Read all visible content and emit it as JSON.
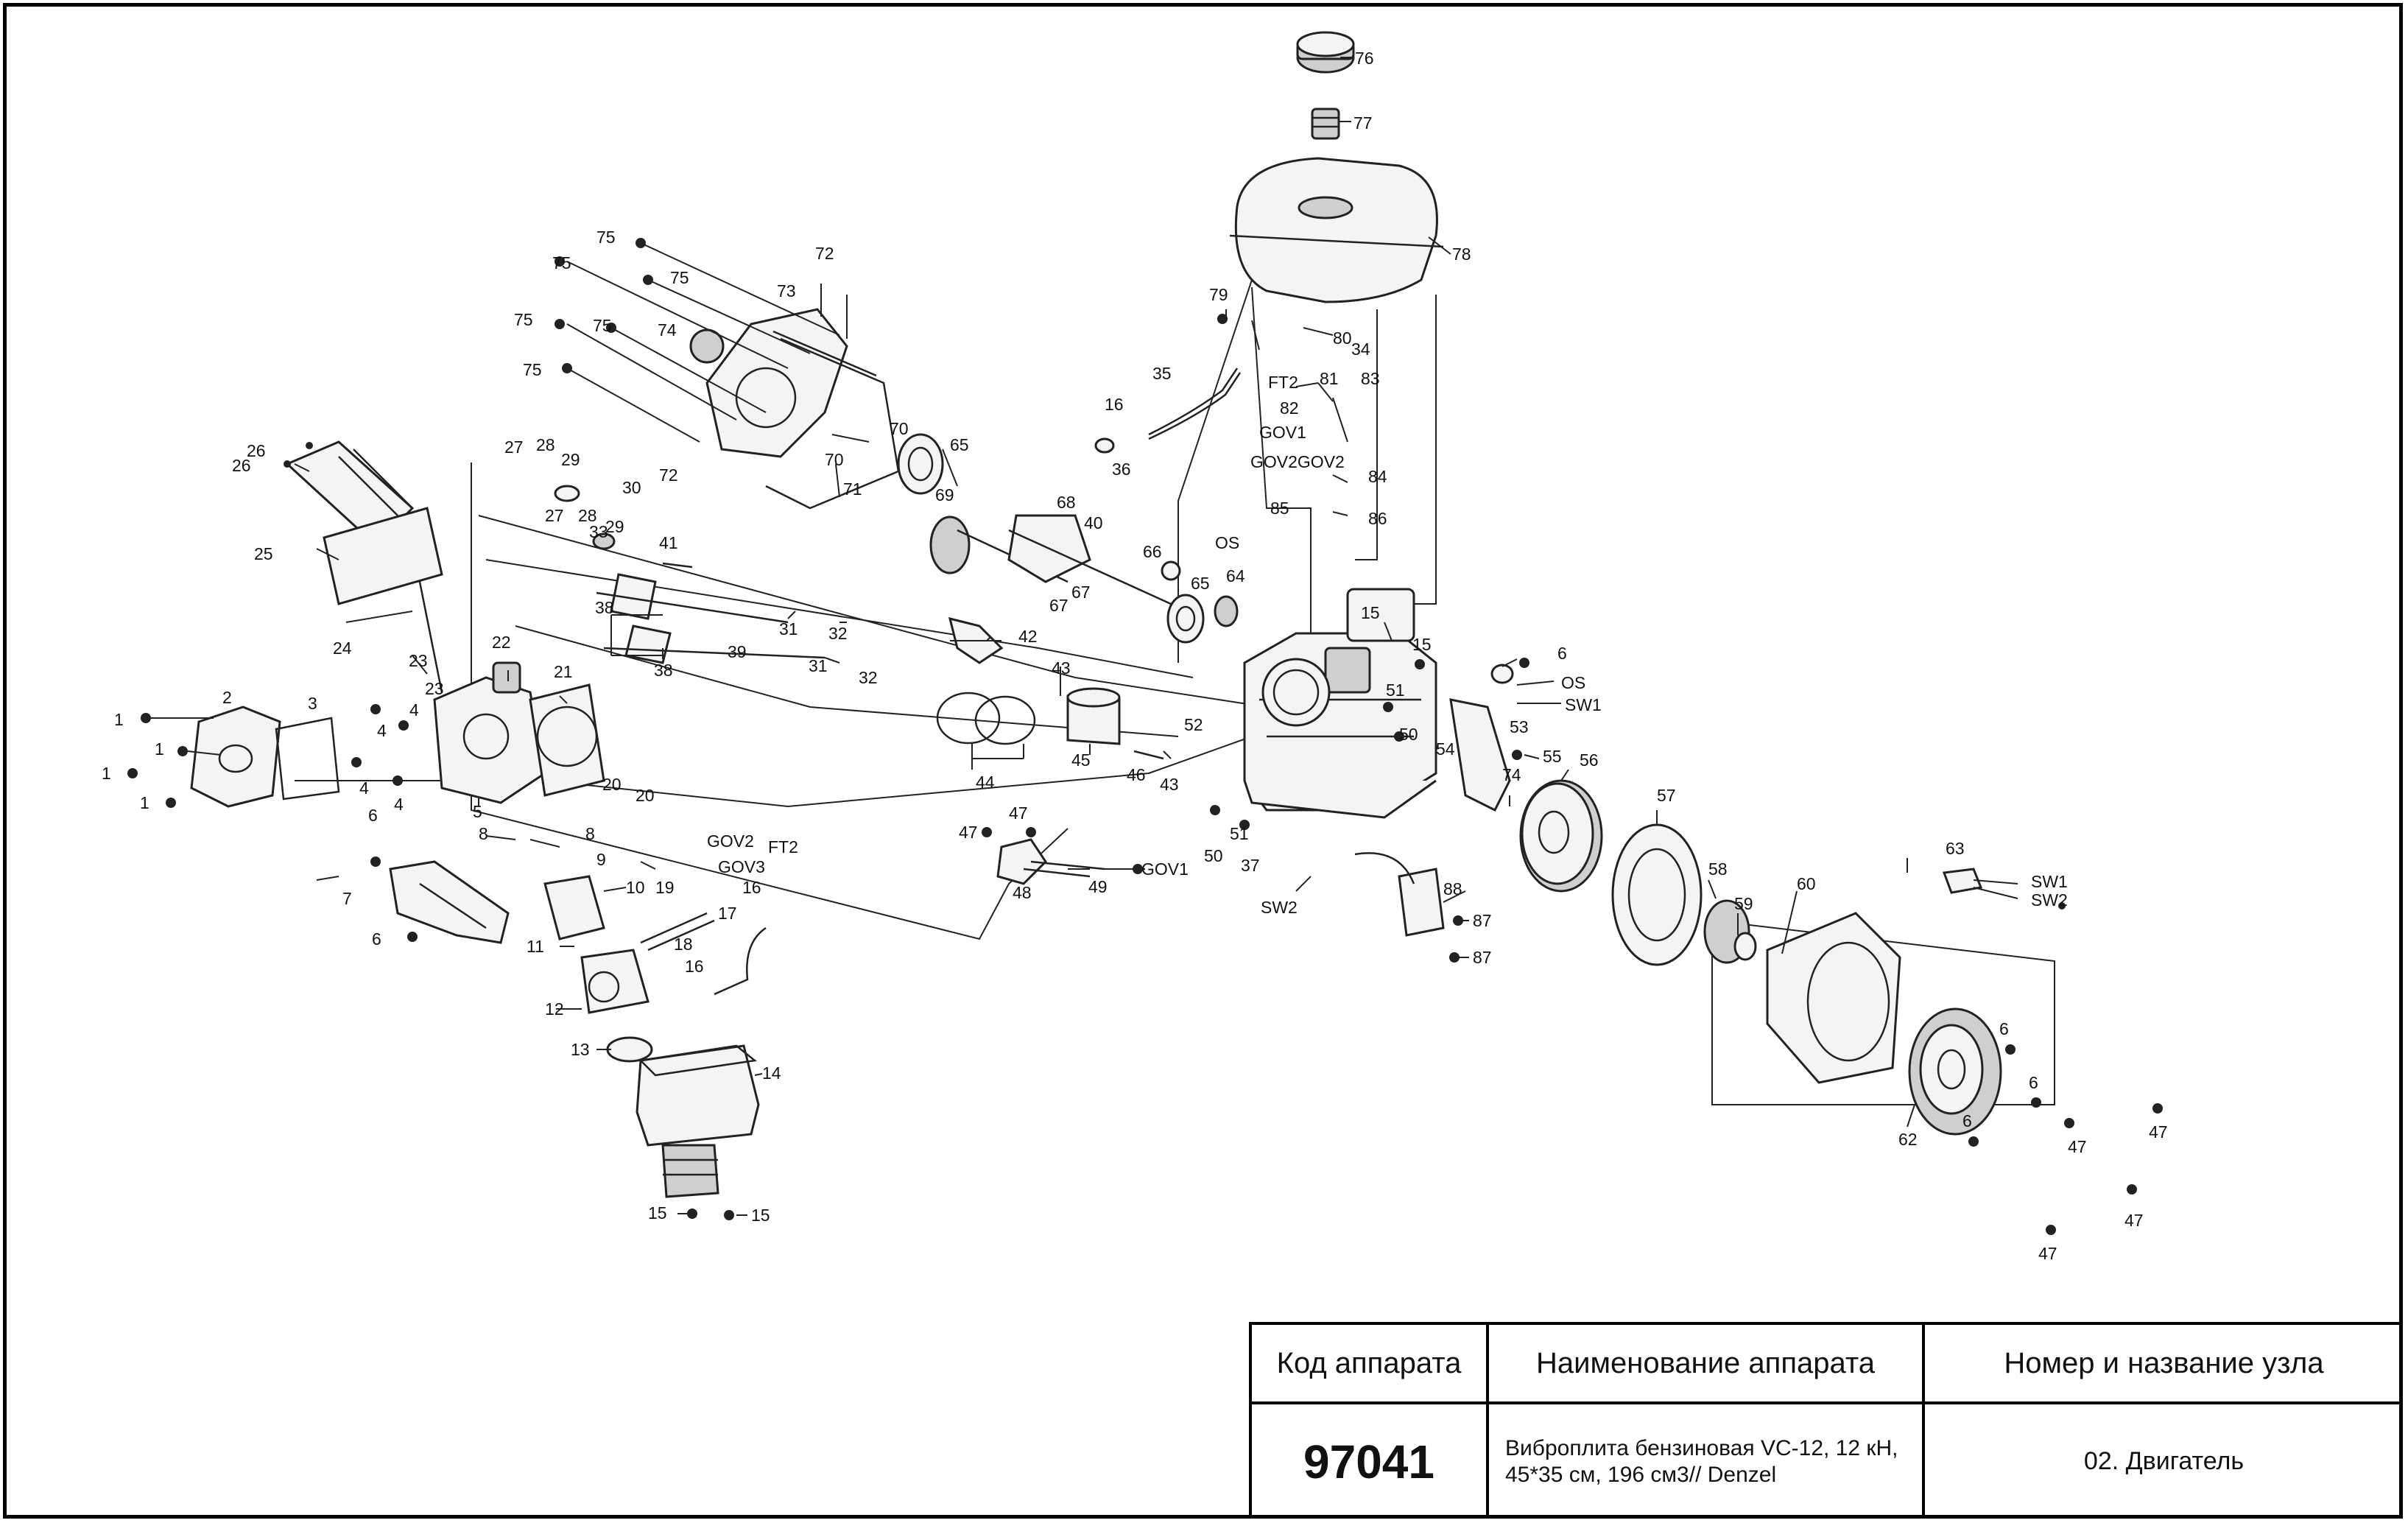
{
  "labels": {
    "p1a": "1",
    "p1b": "1",
    "p1c": "1",
    "p1d": "1",
    "p2": "2",
    "p3": "3",
    "p4a": "4",
    "p4b": "4",
    "p4c": "4",
    "p4d": "4",
    "p5": "5",
    "p6a": "6",
    "p6b": "6",
    "p7": "7",
    "p8a": "8",
    "p8b": "8",
    "p9": "9",
    "p10": "10",
    "p11": "11",
    "p12": "12",
    "p13": "13",
    "p14": "14",
    "p15a": "15",
    "p15b": "15",
    "p15c": "15",
    "p15d": "15",
    "p16a": "16",
    "p16b": "16",
    "p16c": "16",
    "p17": "17",
    "p18": "18",
    "p19": "19",
    "p20a": "20",
    "p20b": "20",
    "p21": "21",
    "p22": "22",
    "p23a": "23",
    "p23b": "23",
    "p24": "24",
    "p25": "25",
    "p26a": "26",
    "p26b": "26",
    "p27a": "27",
    "p27b": "27",
    "p28a": "28",
    "p28b": "28",
    "p29a": "29",
    "p29b": "29",
    "p30": "30",
    "p31a": "31",
    "p31b": "31",
    "p32a": "32",
    "p32b": "32",
    "p33": "33",
    "p34": "34",
    "p35": "35",
    "p36": "36",
    "p37": "37",
    "p38a": "38",
    "p38b": "38",
    "p39": "39",
    "p40": "40",
    "p41": "41",
    "p42": "42",
    "p43a": "43",
    "p43b": "43",
    "p44": "44",
    "p45": "45",
    "p46": "46",
    "p47a": "47",
    "p47b": "47",
    "p47c": "47",
    "p47d": "47",
    "p47e": "47",
    "p47f": "47",
    "p48": "48",
    "p49": "49",
    "p50a": "50",
    "p50b": "50",
    "p51a": "51",
    "p51b": "51",
    "p52": "52",
    "p53": "53",
    "p54": "54",
    "p55": "55",
    "p56": "56",
    "p57": "57",
    "p58": "58",
    "p59": "59",
    "p60": "60",
    "p62": "62",
    "p63": "63",
    "p64": "64",
    "p65a": "65",
    "p65b": "65",
    "p66": "66",
    "p67a": "67",
    "p67b": "67",
    "p68": "68",
    "p69": "69",
    "p70a": "70",
    "p70b": "70",
    "p71": "71",
    "p72a": "72",
    "p72b": "72",
    "p73": "73",
    "p74a": "74",
    "p74b": "74",
    "p75a": "75",
    "p75b": "75",
    "p75c": "75",
    "p75d": "75",
    "p75e": "75",
    "p75f": "75",
    "p76": "76",
    "p77": "77",
    "p78": "78",
    "p79": "79",
    "p80": "80",
    "p81": "81",
    "p82": "82",
    "p83": "83",
    "p84": "84",
    "p85": "85",
    "p86": "86",
    "p87a": "87",
    "p87b": "87",
    "p88": "88",
    "p6c": "6",
    "p6d": "6",
    "p6e": "6",
    "p6f": "6",
    "os1": "OS",
    "os2": "OS",
    "sw1a": "SW1",
    "sw1b": "SW1",
    "sw2a": "SW2",
    "sw2b": "SW2",
    "gov1a": "GOV1",
    "gov1b": "GOV1",
    "gov2a": "GOV2",
    "gov2b": "GOV2GOV2",
    "gov3": "GOV3",
    "ft2a": "FT2",
    "ft2b": "FT2"
  },
  "title_block": {
    "col1_header": "Код аппарата",
    "col2_header": "Наименование аппарата",
    "col3_header": "Номер и название узла",
    "code": "97041",
    "name_line1": "Виброплита бензиновая VC-12, 12 кН,",
    "name_line2": "45*35 см, 196 см3// Denzel",
    "unit": "02. Двигатель"
  }
}
